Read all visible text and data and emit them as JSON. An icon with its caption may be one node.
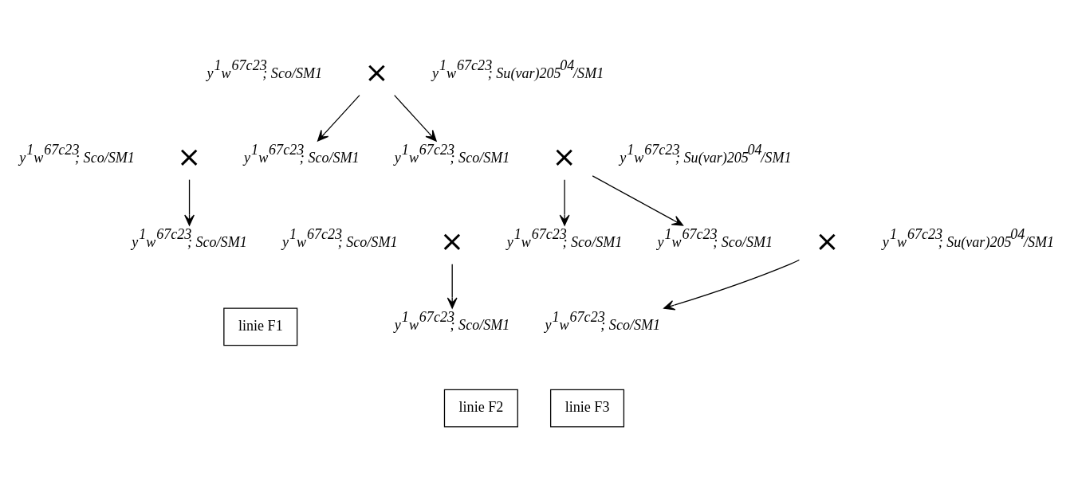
{
  "diagram": {
    "nodes": [
      {
        "text": [
          "y$^{1}$w$^{67c23}$; Sco/SM1"
        ]
      },
      {
        "text": [
          "×"
        ]
      },
      {
        "text": [
          "y$^{1}$w$^{67c23}$; Su(var)205$^{04}$/SM1"
        ]
      },
      {
        "text": [
          "y$^{1}$w$^{67c23}$; Sco/SM1"
        ]
      },
      {
        "text": [
          "×"
        ]
      },
      {
        "text": [
          "y$^{1}$w$^{67c23}$; Sco/SM1"
        ]
      },
      {
        "text": [
          "y$^{1}$w$^{67c23}$; Sco/SM1"
        ]
      },
      {
        "text": [
          "×"
        ]
      },
      {
        "text": [
          "y$^{1}$w$^{67c23}$; Su(var)205$^{04}$/SM1"
        ]
      },
      {
        "text": [
          "y$^{1}$w$^{67c23}$; Sco/SM1"
        ]
      },
      {
        "text": [
          "y$^{1}$w$^{67c23}$; Sco/SM1"
        ]
      },
      {
        "text": [
          "×"
        ]
      },
      {
        "text": [
          "y$^{1}$w$^{67c23}$; Sco/SM1"
        ]
      },
      {
        "text": [
          "y$^{1}$w$^{67c23}$; Sco/SM1"
        ]
      },
      {
        "text": [
          "×"
        ]
      },
      {
        "text": [
          "y$^{1}$w$^{67c23}$; Su(var)205$^{04}$/SM1"
        ]
      },
      {
        "text": [
          "linie F1"
        ]
      },
      {
        "text": [
          "y$^{1}$w$^{67c23}$; Sco/SM1"
        ]
      },
      {
        "text": [
          "linie F2"
        ]
      },
      {
        "text": [
          "y$^{1}$w$^{67c23}$; Sco/SM1"
        ]
      },
      {
        "text": [
          "linie F3"
        ]
      }
    ],
    "edges": [
      {
        "from": 1,
        "to": 5,
        "arrow": "to"
      },
      {
        "from": 1,
        "to": 6,
        "arrow": "to"
      },
      {
        "from": 4,
        "to": 9,
        "arrow": "to"
      },
      {
        "from": 7,
        "to": 12,
        "arrow": "to"
      },
      {
        "from": 7,
        "to": 13,
        "arrow": "to"
      },
      {
        "from": 11,
        "to": 17,
        "arrow": "to"
      },
      {
        "from": 14,
        "to": 19,
        "arrow": "to"
      }
    ]
  }
}
